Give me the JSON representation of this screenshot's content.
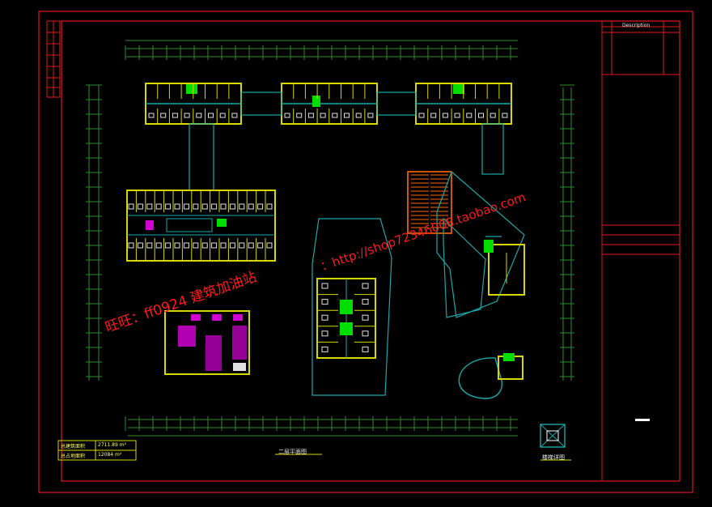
{
  "drawing": {
    "colors": {
      "frame": "#e01818",
      "wall": "#d8d800",
      "corridor": "#1aa8a8",
      "dimension": "#2e8b2e",
      "room_fill": "#ff00ff",
      "stair": "#ff6a00",
      "text": "#ffffff"
    },
    "title_block": {
      "header_col2": "Description",
      "stamp_label": "——"
    },
    "area_table": {
      "rows": [
        {
          "label": "总建筑面积",
          "value": "2711.89 m²"
        },
        {
          "label": "总占地面积",
          "value": "12084 m²"
        }
      ]
    },
    "plan_title": "二层平面图",
    "detail_title": "楼梯详图",
    "watermark": {
      "line1": "旺旺：ff0924  建筑加油站",
      "line2": "：http://shop72346008.taobao.com"
    }
  }
}
